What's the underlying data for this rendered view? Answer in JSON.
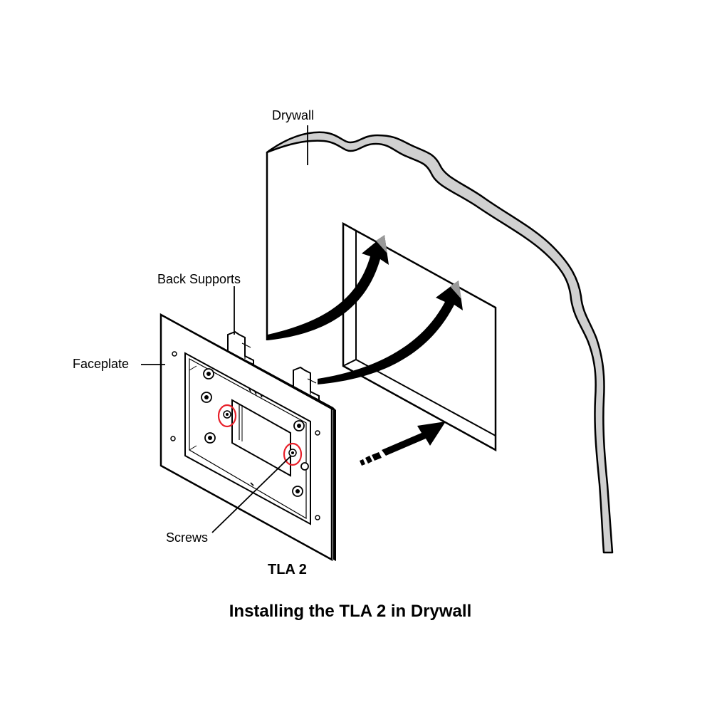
{
  "labels": {
    "drywall": "Drywall",
    "back_supports": "Back Supports",
    "faceplate": "Faceplate",
    "screws": "Screws",
    "model": "TLA 2"
  },
  "caption": "Installing the TLA 2 in Drywall",
  "colors": {
    "line": "#000000",
    "drywall_fill": "#d0d0d0",
    "highlight": "#e8202a",
    "arrow_tip": "#999999",
    "background": "#ffffff"
  }
}
